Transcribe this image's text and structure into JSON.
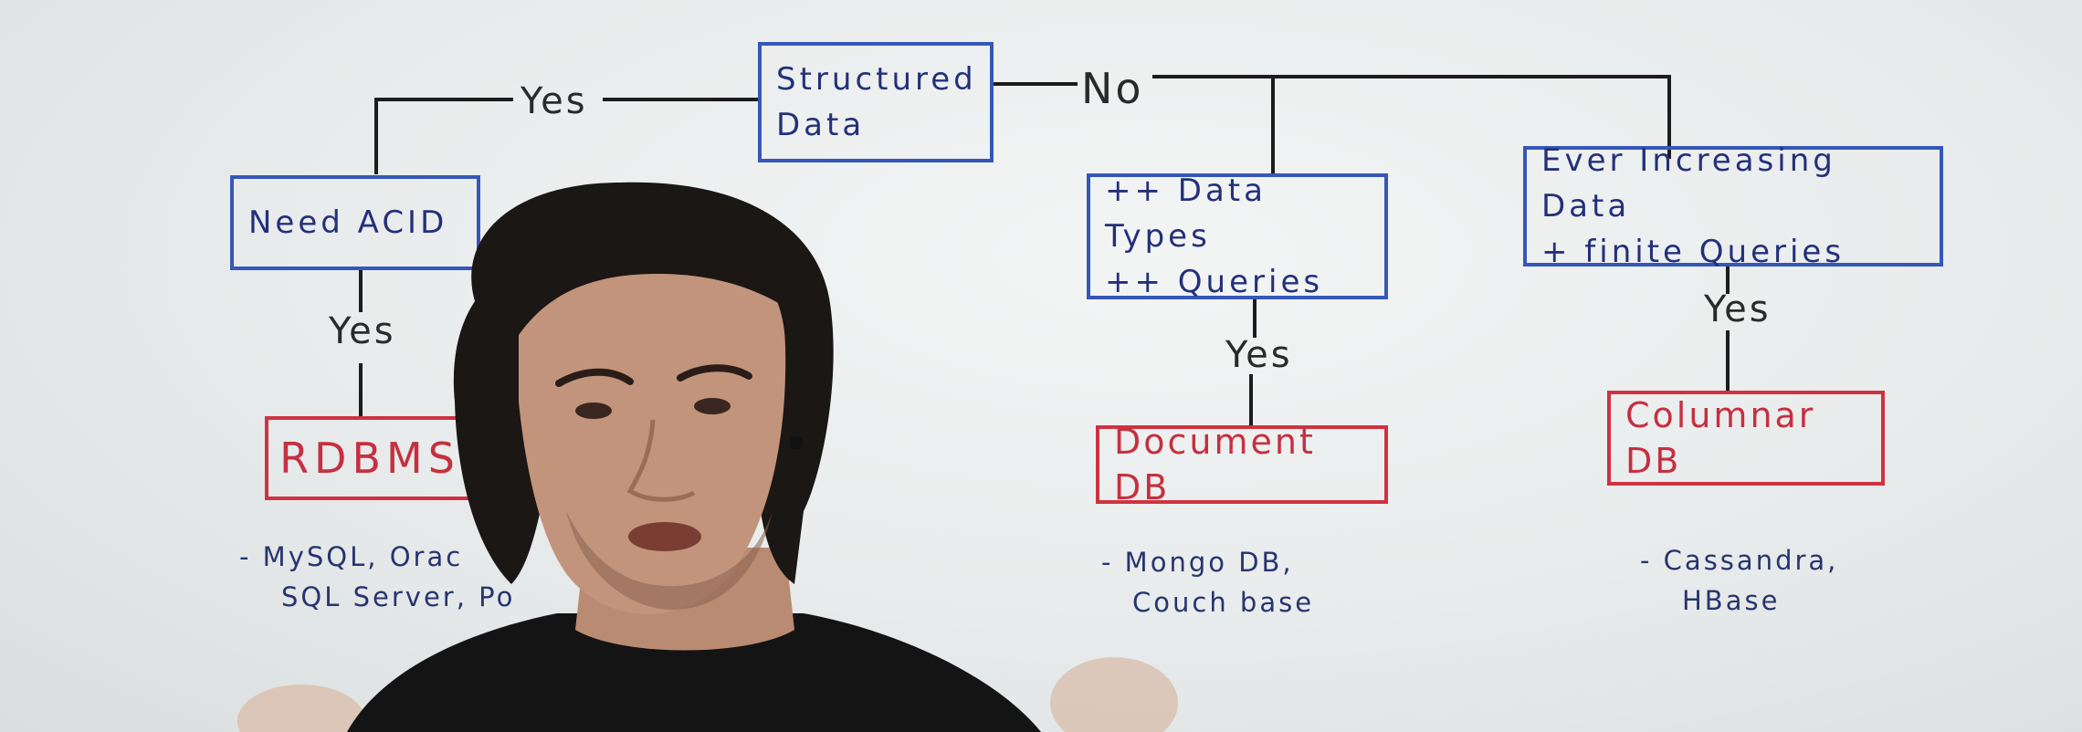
{
  "whiteboard": {
    "root": {
      "line1": "Structured",
      "line2": "Data"
    },
    "edges": {
      "yes_left": "Yes",
      "no_right": "No",
      "yes_acid": "Yes",
      "yes_types": "Yes",
      "yes_increasing": "Yes"
    },
    "questions": {
      "acid": "Need ACID",
      "types": {
        "line1": "++ Data Types",
        "line2": "++ Queries"
      },
      "increasing": {
        "line1": "Ever Increasing Data",
        "line2": "+ finite Queries"
      }
    },
    "outcomes": {
      "rdbms": "RDBMS",
      "document": "Document DB",
      "columnar": "Columnar DB"
    },
    "examples": {
      "rdbms": {
        "line1": "- MySQL, Orac",
        "line2": "SQL Server, Po"
      },
      "document": {
        "line1": "- Mongo DB,",
        "line2": "Couch base"
      },
      "columnar": {
        "line1": "- Cassandra,",
        "line2": "HBase"
      }
    }
  },
  "colors": {
    "marker_blue": "#3557b8",
    "marker_red": "#cf3240",
    "marker_black": "#1c1c1c",
    "board": "#e9ecec"
  }
}
